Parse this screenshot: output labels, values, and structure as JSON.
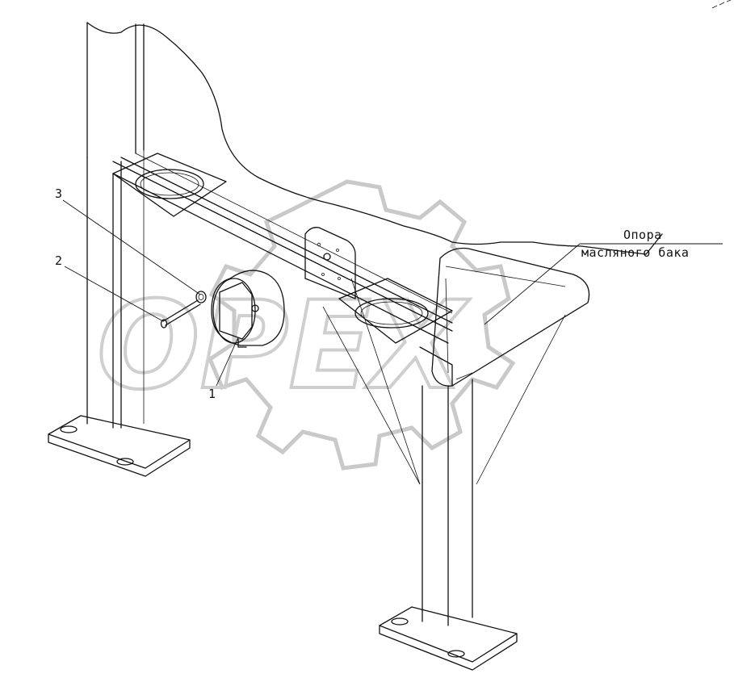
{
  "watermark": {
    "text": "OPEX"
  },
  "callouts": [
    {
      "id": "1",
      "label": "1"
    },
    {
      "id": "2",
      "label": "2"
    },
    {
      "id": "3",
      "label": "3"
    }
  ],
  "note": {
    "line1": "Опора",
    "line2": "масляного бака"
  }
}
